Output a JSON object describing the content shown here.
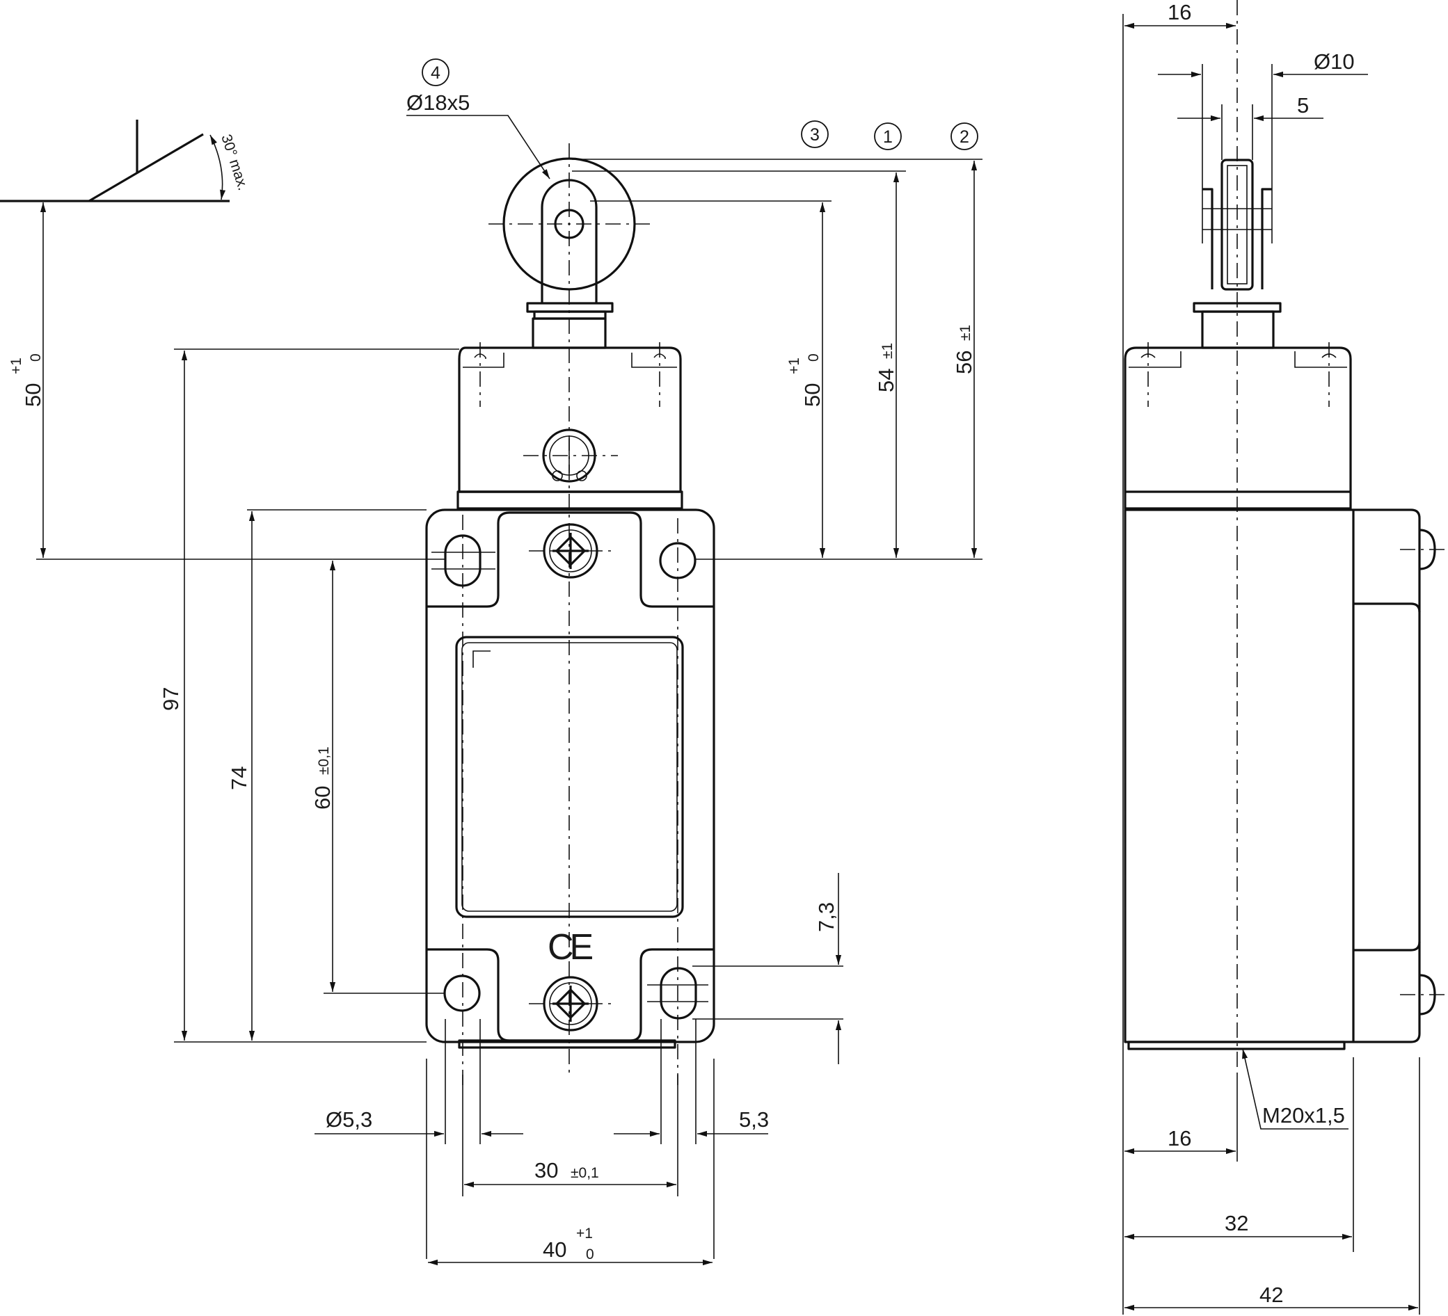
{
  "callouts": [
    "4",
    "3",
    "1",
    "2"
  ],
  "labels": {
    "roller": "Ø18x5",
    "angle": "30° max.",
    "d50": "50",
    "d54": "54",
    "d56": "56",
    "d97": "97",
    "d74": "74",
    "d60": "60",
    "d7_3": "7,3",
    "hole_dia": "Ø5,3",
    "slot": "5,3",
    "d30": "30",
    "d40": "40",
    "side_16_top": "16",
    "side_dia10": "Ø10",
    "side_5": "5",
    "side_16_bottom": "16",
    "side_32": "32",
    "side_42": "42",
    "thread": "M20x1,5",
    "ce": "CE"
  },
  "tolerances": {
    "plus1": "+1",
    "zero": "0",
    "pm1": "±1",
    "pm01": "±0,1"
  }
}
